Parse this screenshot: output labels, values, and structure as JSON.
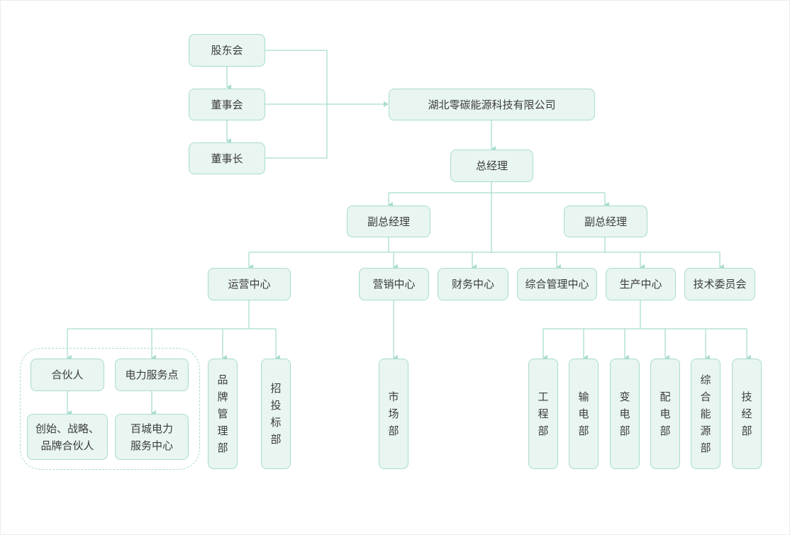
{
  "diagram": {
    "title": "湖北零碳能源科技有限公司组织架构",
    "colors": {
      "node_fill": "#e8f5f1",
      "node_border": "#a9dccf",
      "connector": "#a9dccf",
      "text": "#3c3c3c"
    },
    "governance": {
      "shareholders": "股东会",
      "board": "董事会",
      "chairman": "董事长"
    },
    "company": "湖北零碳能源科技有限公司",
    "general_manager": "总经理",
    "deputy_gm_left": "副总经理",
    "deputy_gm_right": "副总经理",
    "centers": {
      "operations": "运营中心",
      "marketing": "营销中心",
      "finance": "财务中心",
      "general_admin": "综合管理中心",
      "production": "生产中心",
      "tech_committee": "技术委员会"
    },
    "operations_units": {
      "partner": "合伙人",
      "power_service_point": "电力服务点",
      "partner_types": "创始、战略、\n品牌合伙人",
      "power_service_center": "百城电力\n服务中心",
      "brand_mgmt": "品\n牌\n管\n理\n部",
      "bidding": "招\n投\n标\n部"
    },
    "marketing_units": {
      "market": "市\n场\n部"
    },
    "production_units": {
      "engineering": "工\n程\n部",
      "transmission": "输\n电\n部",
      "substation": "变\n电\n部",
      "distribution": "配\n电\n部",
      "integrated_energy": "综\n合\n能\n源\n部",
      "tech_economics": "技\n经\n部"
    }
  }
}
